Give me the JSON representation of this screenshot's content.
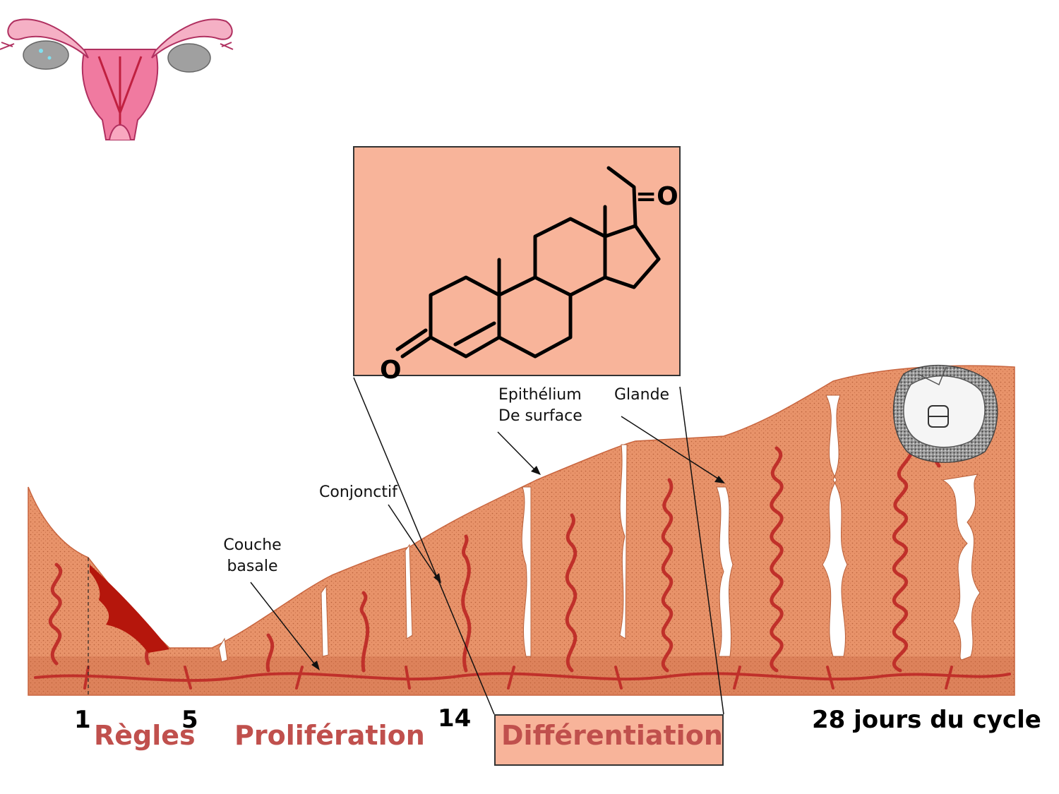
{
  "colors": {
    "tissue": "#e8936a",
    "tissue_dark": "#c8653f",
    "vessel": "#c0302a",
    "blood": "#b5160c",
    "inset_bg": "#f8b49a",
    "phase_text": "#c0504d",
    "uterus_pink": "#f07aa0",
    "ovary_grey": "#a0a0a0"
  },
  "molecule": {
    "atom": "O",
    "atom2": "=O"
  },
  "labels": {
    "epithelium_line1": "Epithélium",
    "epithelium_line2": "De surface",
    "glande": "Glande",
    "conjonctif": "Conjonctif",
    "couche_line1": "Couche",
    "couche_line2": "basale"
  },
  "days": {
    "d1": "1",
    "d5": "5",
    "d14": "14",
    "d28": "28 jours du cycle"
  },
  "phases": {
    "regles": "Règles",
    "proliferation": "Prolifération",
    "differentiation": "Différentiation"
  }
}
